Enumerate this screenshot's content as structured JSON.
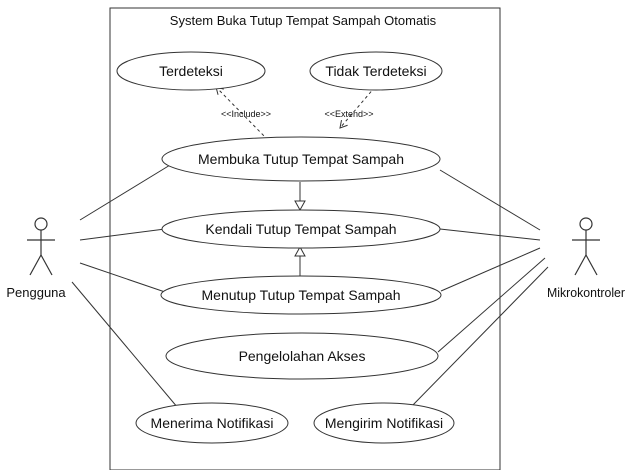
{
  "system": {
    "title": "System Buka Tutup Tempat Sampah Otomatis"
  },
  "actors": {
    "left": "Pengguna",
    "right": "Mikrokontroler"
  },
  "use_cases": {
    "terdeteksi": "Terdeteksi",
    "tidak_terdeteksi": "Tidak Terdeteksi",
    "membuka": "Membuka Tutup Tempat Sampah",
    "kendali": "Kendali Tutup Tempat Sampah",
    "menutup": "Menutup Tutup Tempat Sampah",
    "pengelolahan": "Pengelolahan Akses",
    "menerima": "Menerima Notifikasi",
    "mengirim": "Mengirim Notifikasi"
  },
  "relations": {
    "include": "<<Include>>",
    "extend": "<<Extend>>"
  }
}
